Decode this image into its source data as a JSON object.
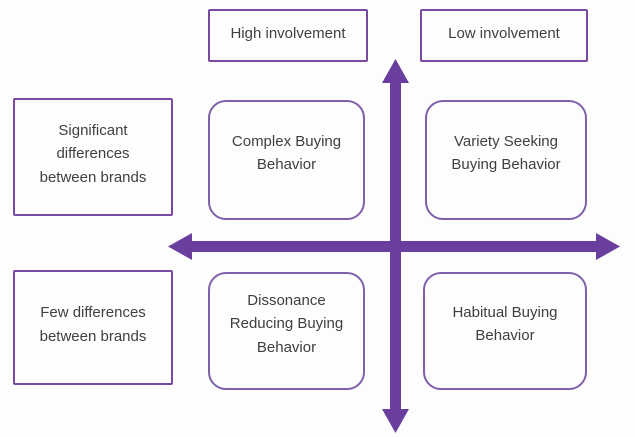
{
  "colors": {
    "arrow": "#6A3E9E",
    "square_box_border": "#7A4AA3",
    "rounded_box_border": "#8060AA",
    "text": "#3F3F3F",
    "background": "#FDFDFD",
    "box_fill": "#FDFDFD"
  },
  "matrix": {
    "column_headers": [
      "High involvement",
      "Low involvement"
    ],
    "row_labels": [
      "Significant\ndifferences\nbetween brands",
      "Few differences\nbetween brands"
    ],
    "quadrants": [
      {
        "row": 0,
        "col": 0,
        "label": "Complex Buying\nBehavior"
      },
      {
        "row": 0,
        "col": 1,
        "label": "Variety Seeking\nBuying Behavior"
      },
      {
        "row": 1,
        "col": 0,
        "label": "Dissonance\nReducing Buying\nBehavior"
      },
      {
        "row": 1,
        "col": 1,
        "label": "Habitual Buying\nBehavior"
      }
    ]
  }
}
